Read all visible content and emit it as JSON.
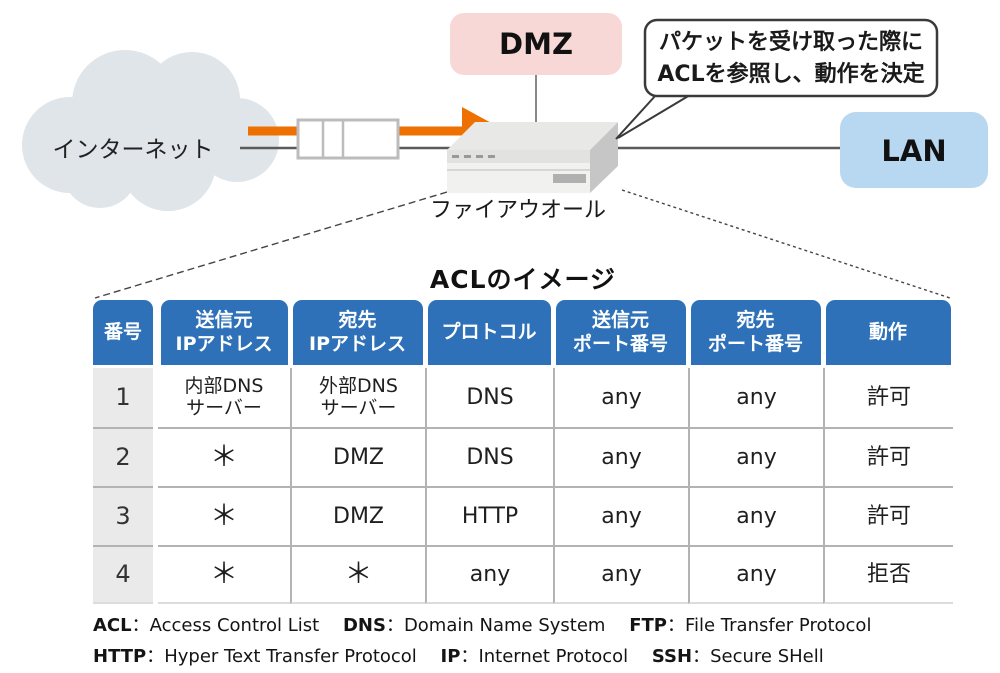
{
  "colors": {
    "header_blue": "#2E71B8",
    "dmz_pink": "#F8D8D6",
    "lan_blue": "#B7D8F0",
    "cloud_gray": "#DFE5E9",
    "arrow_orange": "#ED7000",
    "number_column_gray": "#EAEAEA"
  },
  "diagram": {
    "internet_label": "インターネット",
    "dmz_label": "DMZ",
    "lan_label": "LAN",
    "firewall_label": "ファイアウオール",
    "callout": {
      "line1": "パケットを受け取った際に",
      "line2": "ACLを参照し、動作を決定"
    }
  },
  "table": {
    "title": "ACLのイメージ",
    "headers": [
      "番号",
      "送信元\nIPアドレス",
      "宛先\nIPアドレス",
      "プロトコル",
      "送信元\nポート番号",
      "宛先\nポート番号",
      "動作"
    ],
    "rows": [
      [
        "1",
        "内部DNS\nサーバー",
        "外部DNS\nサーバー",
        "DNS",
        "any",
        "any",
        "許可"
      ],
      [
        "2",
        "＊",
        "DMZ",
        "DNS",
        "any",
        "any",
        "許可"
      ],
      [
        "3",
        "＊",
        "DMZ",
        "HTTP",
        "any",
        "any",
        "許可"
      ],
      [
        "4",
        "＊",
        "＊",
        "any",
        "any",
        "any",
        "拒否"
      ]
    ]
  },
  "legend": {
    "separator": "：",
    "line1": [
      {
        "abbr": "ACL",
        "full": "Access Control List"
      },
      {
        "abbr": "DNS",
        "full": "Domain Name System"
      },
      {
        "abbr": "FTP",
        "full": "File Transfer Protocol"
      }
    ],
    "line2": [
      {
        "abbr": "HTTP",
        "full": "Hyper Text Transfer Protocol"
      },
      {
        "abbr": "IP",
        "full": "Internet Protocol"
      },
      {
        "abbr": "SSH",
        "full": "Secure SHell"
      }
    ]
  }
}
